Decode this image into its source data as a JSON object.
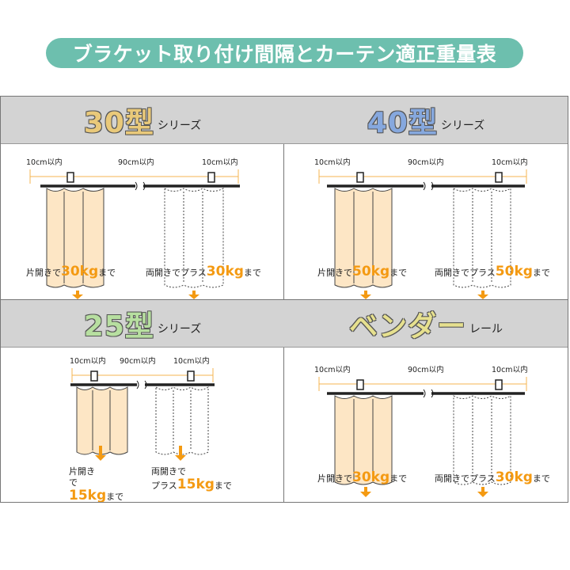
{
  "banner": {
    "title": "ブラケット取り付け間隔とカーテン適正重量表"
  },
  "cells": [
    {
      "model": "30型",
      "series": "シリーズ",
      "model_color": "#e9c97a",
      "dist_left": "10cm以内",
      "dist_mid": "90cm以内",
      "dist_right": "10cm以内",
      "cap_left_prefix": "片開きで",
      "cap_left_weight": "30kg",
      "cap_left_suffix": "まで",
      "cap_right_prefix": "両開きでプラス",
      "cap_right_weight": "30kg",
      "cap_right_suffix": "まで"
    },
    {
      "model": "40型",
      "series": "シリーズ",
      "model_color": "#86a8de",
      "dist_left": "10cm以内",
      "dist_mid": "90cm以内",
      "dist_right": "10cm以内",
      "cap_left_prefix": "片開きで",
      "cap_left_weight": "50kg",
      "cap_left_suffix": "まで",
      "cap_right_prefix": "両開きでプラス",
      "cap_right_weight": "50kg",
      "cap_right_suffix": "まで"
    },
    {
      "model": "25型",
      "series": "シリーズ",
      "model_color": "#b7dfa0",
      "dist_left": "10cm以内",
      "dist_mid": "90cm以内",
      "dist_right": "10cm以内",
      "cap_left_l1": "片開き",
      "cap_left_l2": "で",
      "cap_left_weight": "15kg",
      "cap_left_suffix": "まで",
      "cap_right_l1": "両開きで",
      "cap_right_l2": "プラス",
      "cap_right_weight": "15kg",
      "cap_right_suffix": "まで"
    },
    {
      "model": "ベンダー",
      "series": "レール",
      "model_color": "#e6e08e",
      "dist_left": "10cm以内",
      "dist_mid": "90cm以内",
      "dist_right": "10cm以内",
      "cap_left_prefix": "片開きで",
      "cap_left_weight": "30kg",
      "cap_left_suffix": "まで",
      "cap_right_prefix": "両開きでプラス",
      "cap_right_weight": "30kg",
      "cap_right_suffix": "まで"
    }
  ],
  "colors": {
    "banner": "#6dbfae",
    "curtain_fill": "#fde6c5",
    "arrow": "#f49a12",
    "weight_text": "#f49a12"
  }
}
